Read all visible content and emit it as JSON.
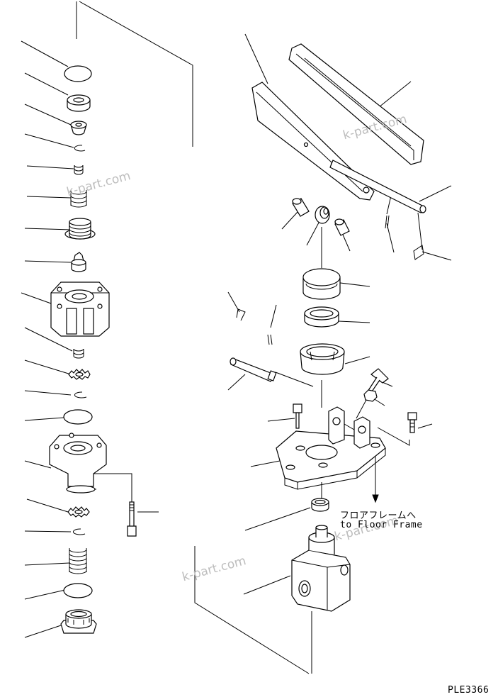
{
  "figure_code": "PLE3366",
  "note_japanese": "フロアフレームへ",
  "note_english": "to Floor Frame",
  "watermarks": [
    "k-part.com",
    "k-part.com",
    "k-part.com",
    "k-part.com"
  ],
  "colors": {
    "line": "#000000",
    "watermark": "#bdbdbd",
    "background": "#ffffff"
  }
}
